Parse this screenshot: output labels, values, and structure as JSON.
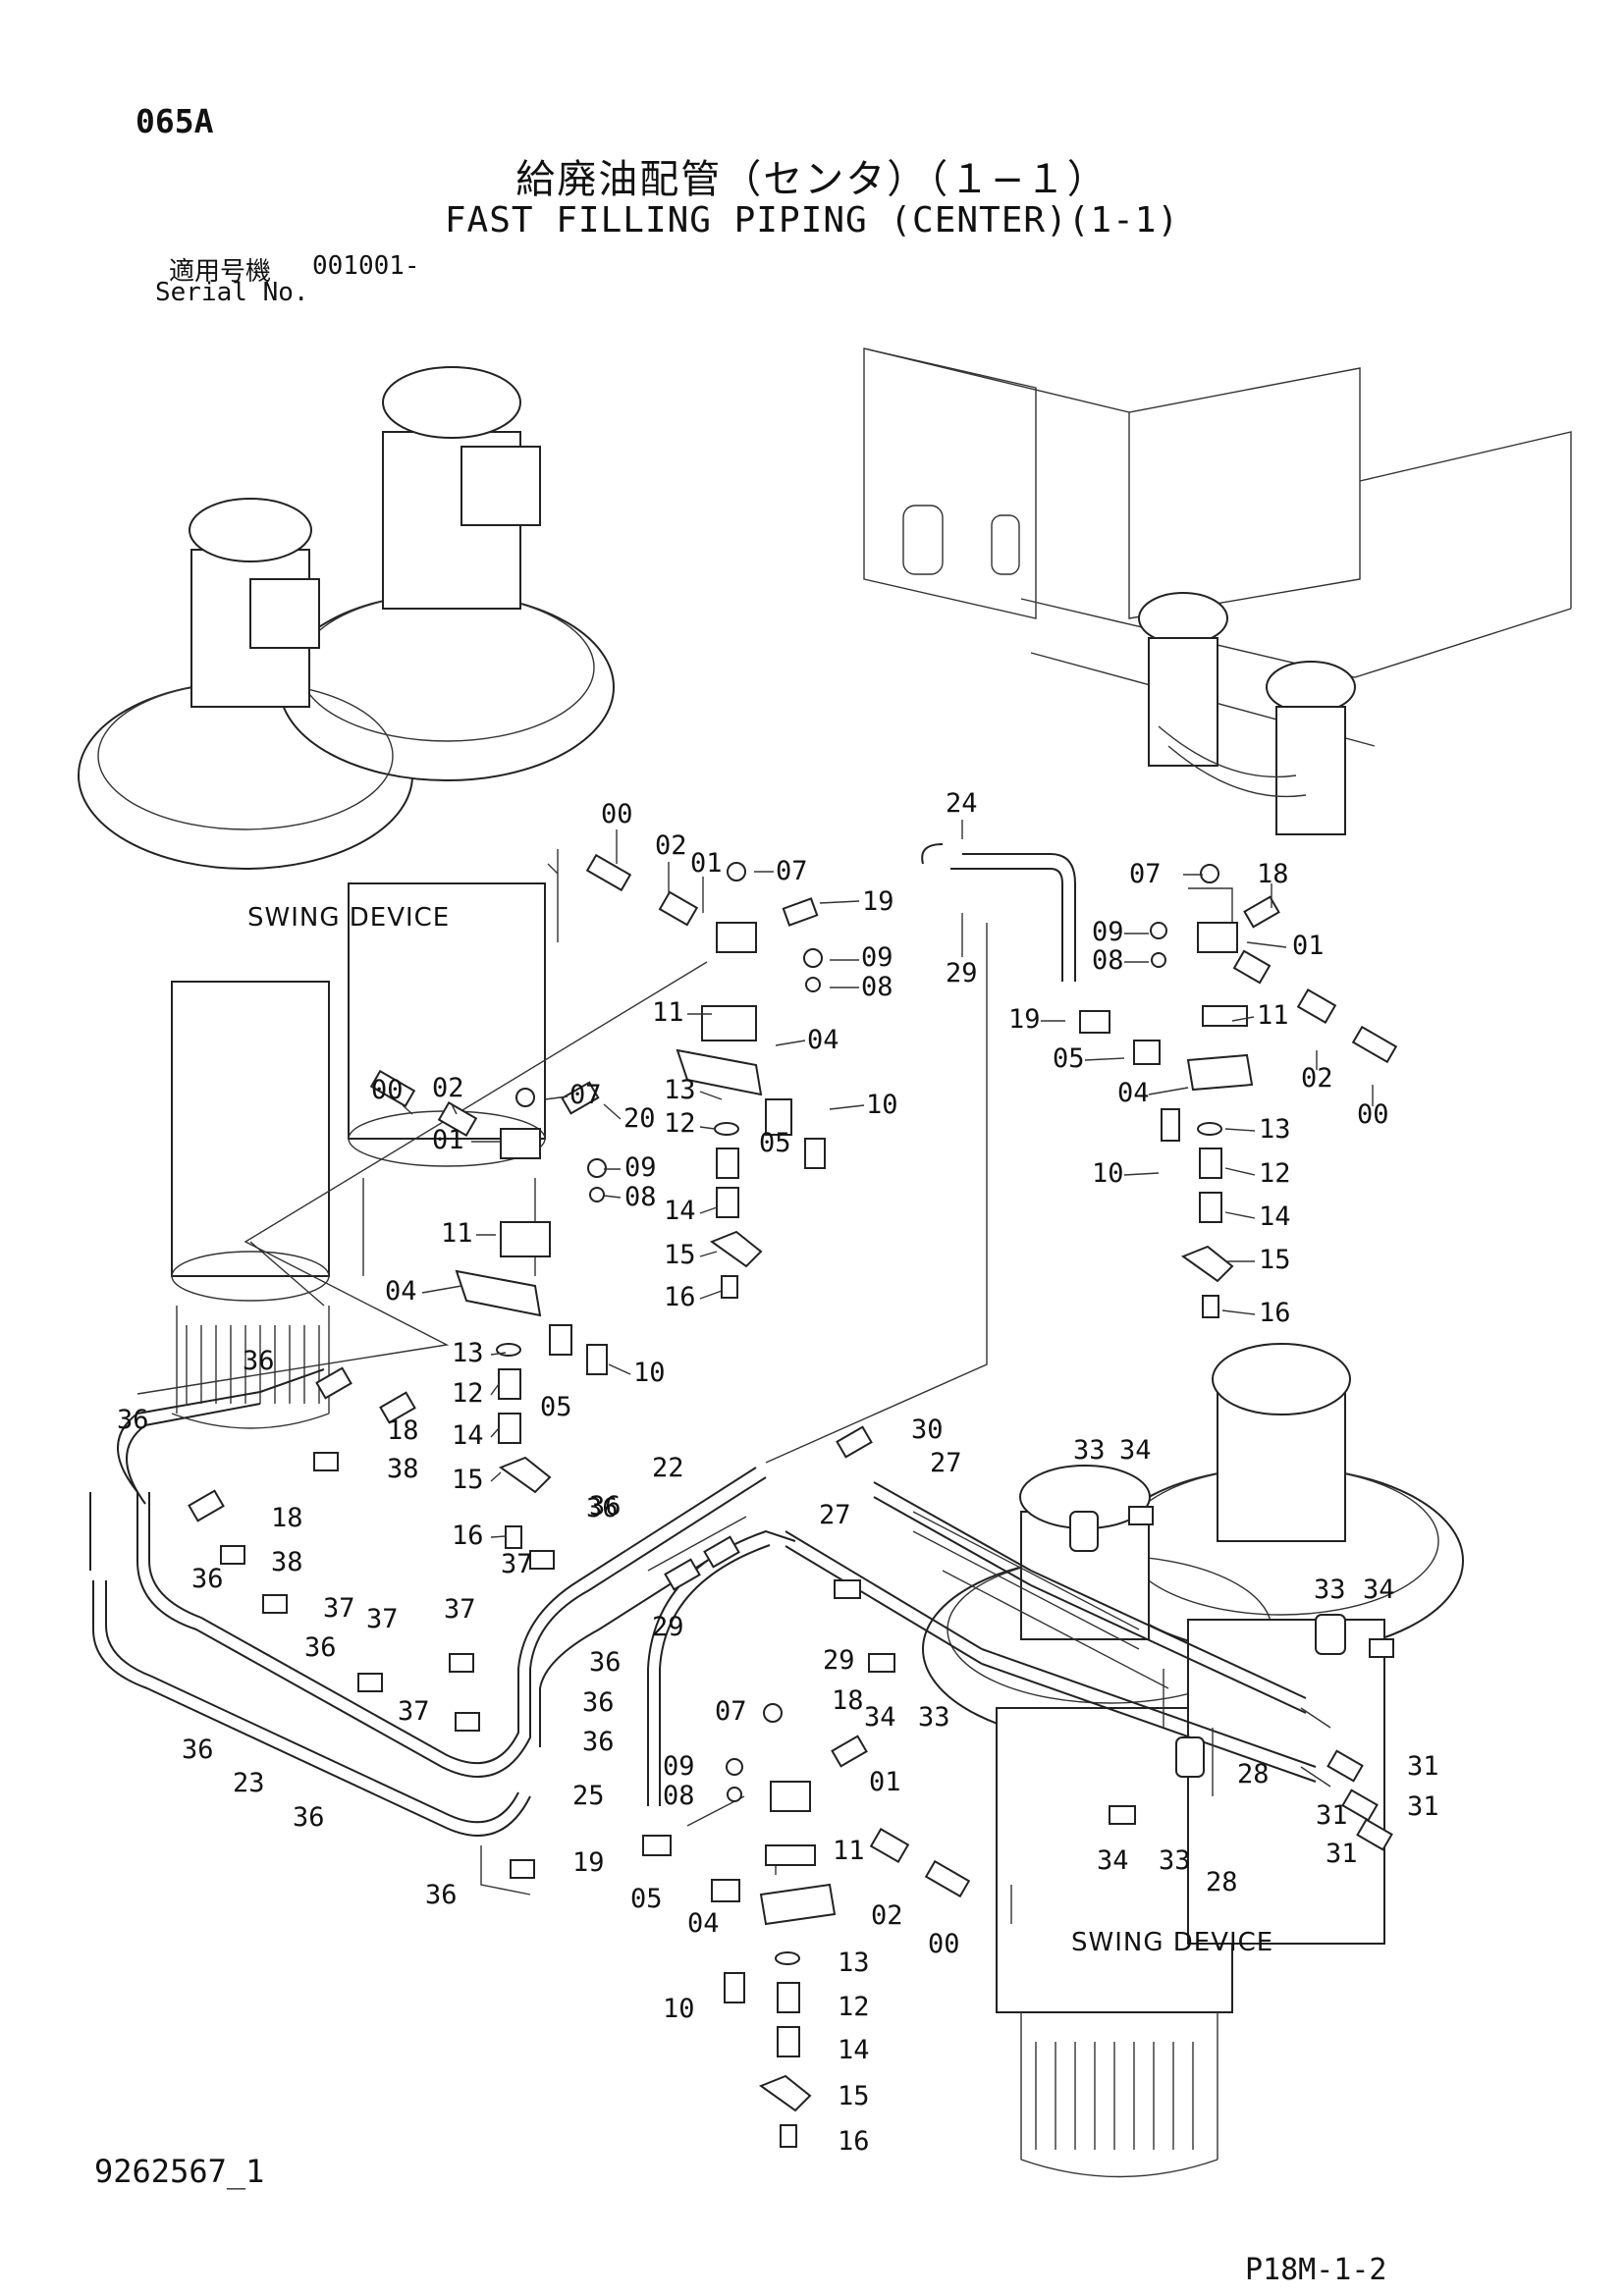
{
  "header": {
    "code": "065A",
    "title_ja": "給廃油配管（センタ）（１−１）",
    "title_en": "FAST FILLING PIPING (CENTER)(1-1)",
    "serial_label_ja": "適用号機",
    "serial_value": "001001-",
    "serial_label_en": "Serial No."
  },
  "footer": {
    "document_number": "9262567_1",
    "page_ref": "P18M-1-2"
  },
  "assemblies": {
    "left": "SWING DEVICE",
    "right": "SWING DEVICE"
  },
  "callouts": {
    "c1": "00",
    "c2": "02",
    "c3": "01",
    "c4": "07",
    "c5": "19",
    "c6": "09",
    "c7": "08",
    "c8": "11",
    "c9": "04",
    "c10": "13",
    "c11": "10",
    "c12": "05",
    "c13": "12",
    "c14": "14",
    "c15": "15",
    "c16": "16",
    "c17": "24",
    "c18": "29",
    "c19": "07",
    "c20": "18",
    "c21": "09",
    "c22": "01",
    "c23": "08",
    "c24": "19",
    "c25": "11",
    "c26": "05",
    "c27": "02",
    "c28": "04",
    "c29": "00",
    "c30": "13",
    "c31": "10",
    "c32": "12",
    "c33": "14",
    "c34": "15",
    "c35": "16",
    "c36": "00",
    "c37": "02",
    "c38": "07",
    "c39": "20",
    "c40": "01",
    "c41": "09",
    "c42": "08",
    "c43": "11",
    "c44": "04",
    "c45": "13",
    "c46": "10",
    "c47": "12",
    "c48": "05",
    "c49": "14",
    "c50": "15",
    "c51": "16",
    "c52": "36",
    "c53": "36",
    "c54": "18",
    "c55": "38",
    "c56": "18",
    "c57": "38",
    "c58": "36",
    "c59": "37",
    "c60": "36",
    "c61": "37",
    "c62": "36",
    "c63": "23",
    "c64": "36",
    "c65": "37",
    "c66": "36",
    "c67": "37",
    "c68": "36",
    "c69": "22",
    "c70": "36",
    "c71": "37",
    "c72": "36",
    "c73": "36",
    "c74": "36",
    "c75": "29",
    "c76": "30",
    "c77": "27",
    "c78": "27",
    "c79": "29",
    "c80": "34",
    "c81": "33",
    "c82": "33",
    "c83": "34",
    "c84": "33",
    "c85": "34",
    "c86": "07",
    "c87": "18",
    "c88": "09",
    "c89": "01",
    "c90": "25",
    "c91": "08",
    "c92": "11",
    "c93": "19",
    "c94": "05",
    "c95": "02",
    "c96": "00",
    "c97": "04",
    "c98": "13",
    "c99": "10",
    "c100": "12",
    "c101": "14",
    "c102": "15",
    "c103": "16",
    "c104": "28",
    "c105": "31",
    "c106": "31",
    "c107": "31",
    "c108": "31",
    "c109": "34",
    "c110": "33",
    "c111": "28"
  }
}
